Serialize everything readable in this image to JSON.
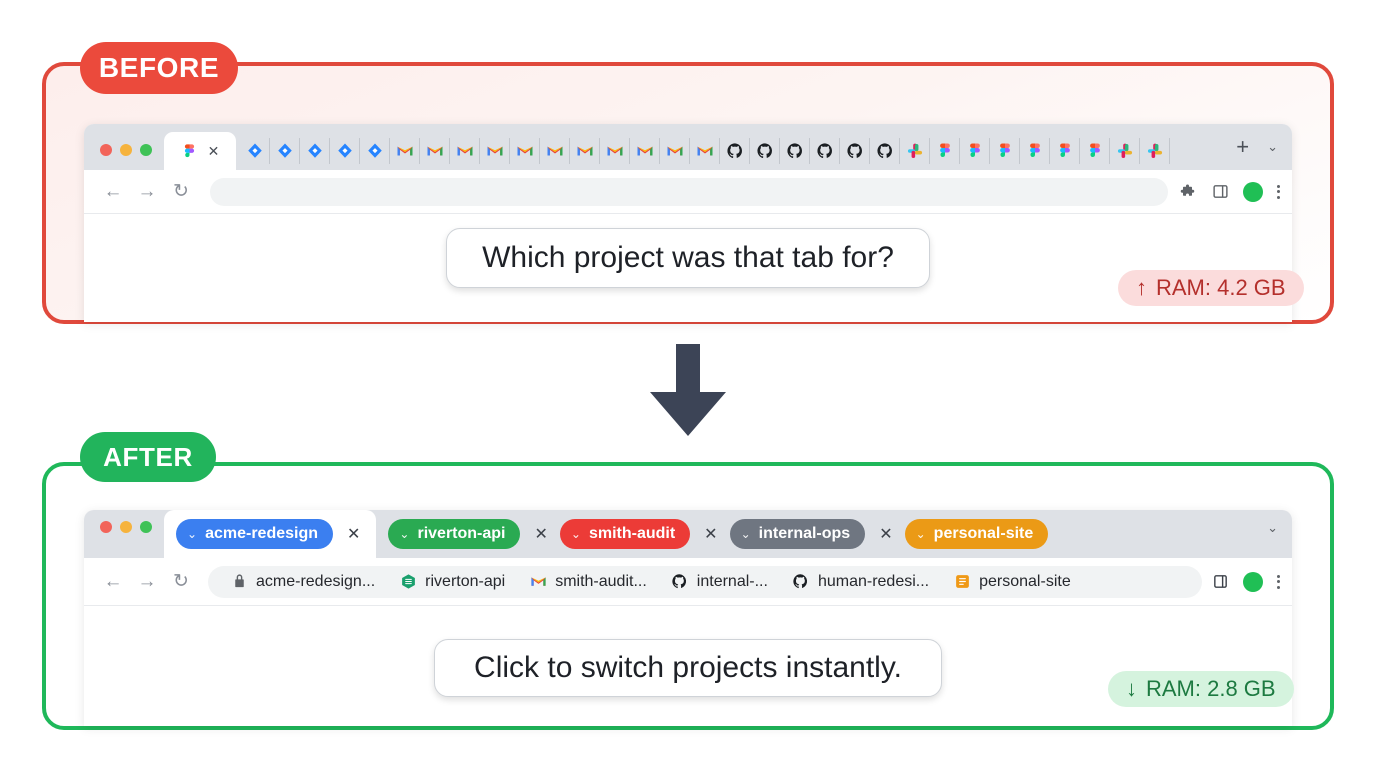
{
  "before": {
    "badge_label": "BEFORE",
    "accent_color": "#e0493c",
    "callout_text": "Which project was that tab for?",
    "ram": {
      "arrow": "↑",
      "label": "RAM: 4.2 GB",
      "bg": "#fbdcdc",
      "fg": "#b4302c"
    },
    "window": {
      "traffic_lights": [
        "#f2645a",
        "#f6b33d",
        "#3fc257"
      ],
      "active_tab": {
        "favicon": "figma-icon",
        "close": "✕"
      },
      "tab_favicons": [
        "jira-icon",
        "jira-icon",
        "jira-icon",
        "jira-icon",
        "jira-icon",
        "gmail-icon",
        "gmail-icon",
        "gmail-icon",
        "gmail-icon",
        "gmail-icon",
        "gmail-icon",
        "gmail-icon",
        "gmail-icon",
        "gmail-icon",
        "gmail-icon",
        "gmail-icon",
        "github-icon",
        "github-icon",
        "github-icon",
        "github-icon",
        "github-icon",
        "github-icon",
        "slack-icon",
        "figma-icon",
        "figma-icon",
        "figma-icon",
        "figma-icon",
        "figma-icon",
        "figma-icon",
        "slack-icon",
        "slack-icon"
      ],
      "new_tab_label": "+",
      "tablist_chevron": "⌄",
      "toolbar": {
        "back": "←",
        "forward": "→",
        "reload": "↻",
        "omnibox_value": "",
        "omnibox_placeholder": "",
        "extensions_icon": "puzzle-icon",
        "sidepanel_icon": "side-panel-icon",
        "profile_icon": "profile-avatar",
        "menu_icon": "kebab-menu-icon"
      }
    }
  },
  "after": {
    "badge_label": "AFTER",
    "accent_color": "#1fb85a",
    "callout_text": "Click to switch projects instantly.",
    "ram": {
      "arrow": "↓",
      "label": "RAM: 2.8 GB",
      "bg": "#d5f3de",
      "fg": "#1d7a41"
    },
    "window": {
      "traffic_lights": [
        "#f2645a",
        "#f6b33d",
        "#3fc257"
      ],
      "tablist_chevron": "⌄",
      "project_tabs": [
        {
          "label": "acme-redesign",
          "color": "#3b7ff0",
          "chevron": "⌄",
          "active": true,
          "close": "✕"
        },
        {
          "label": "riverton-api",
          "color": "#2aaa52",
          "chevron": "⌄",
          "active": false,
          "close": "✕"
        },
        {
          "label": "smith-audit",
          "color": "#ec3b37",
          "chevron": "⌄",
          "active": false,
          "close": "✕"
        },
        {
          "label": "internal-ops",
          "color": "#6f7681",
          "chevron": "⌄",
          "active": false,
          "close": "✕"
        },
        {
          "label": "personal-site",
          "color": "#eb9a16",
          "chevron": "⌄",
          "active": false,
          "close": ""
        }
      ],
      "toolbar": {
        "back": "←",
        "forward": "→",
        "reload": "↻",
        "sidepanel_icon": "side-panel-icon",
        "profile_icon": "profile-avatar",
        "menu_icon": "kebab-menu-icon"
      },
      "bookmarks": [
        {
          "label": "acme-redesign...",
          "icon": "lock-icon"
        },
        {
          "label": "riverton-api",
          "icon": "riverton-icon"
        },
        {
          "label": "smith-audit...",
          "icon": "gmail-icon"
        },
        {
          "label": "internal-...",
          "icon": "github-icon"
        },
        {
          "label": "human-redesi...",
          "icon": "github-icon"
        },
        {
          "label": "personal-site",
          "icon": "note-icon"
        }
      ]
    }
  },
  "arrow": {
    "name": "down-arrow",
    "color": "#3c4456"
  }
}
